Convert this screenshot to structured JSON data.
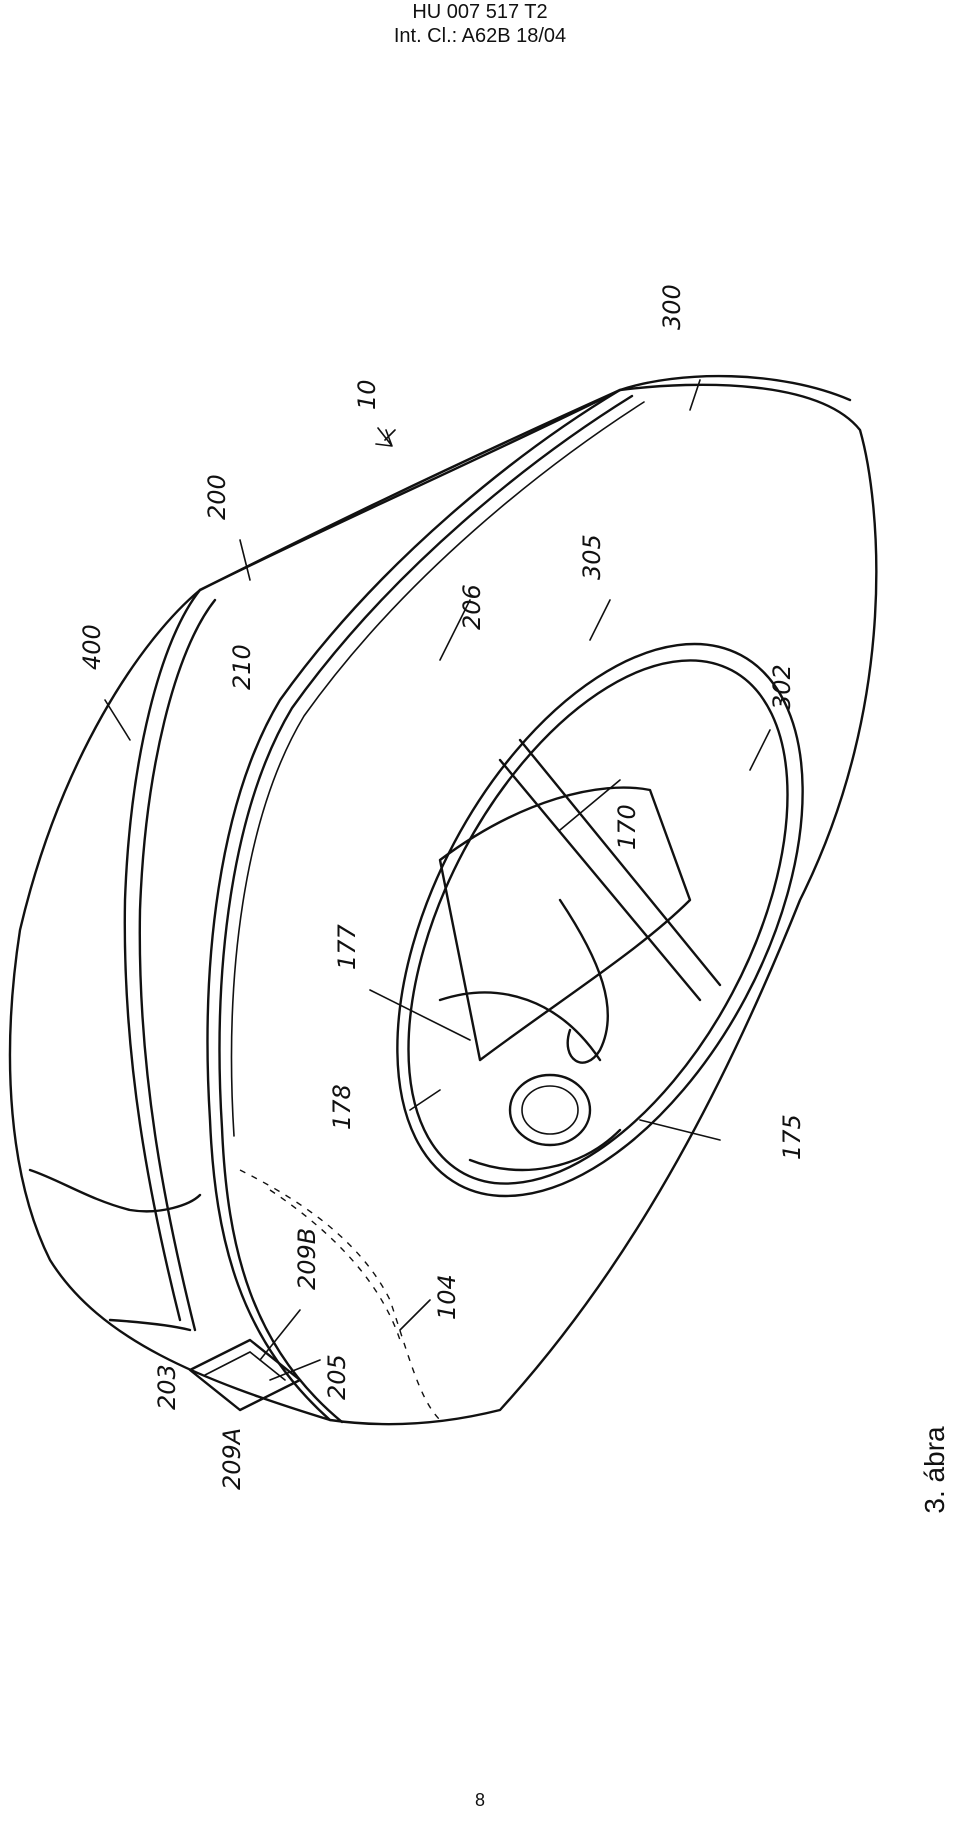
{
  "header": {
    "doc_number": "HU 007 517 T2",
    "classification": "Int. Cl.: A62B 18/04"
  },
  "figure": {
    "caption": "3. ábra",
    "reference_labels": {
      "l10": "10",
      "l200": "200",
      "l400": "400",
      "l300": "300",
      "l206": "206",
      "l210": "210",
      "l305": "305",
      "l302": "302",
      "l170": "170",
      "l177": "177",
      "l178": "178",
      "l175": "175",
      "l104": "104",
      "l2098": "209B",
      "l205": "205",
      "l203": "203",
      "l209a": "209A"
    }
  },
  "page_number": "8"
}
